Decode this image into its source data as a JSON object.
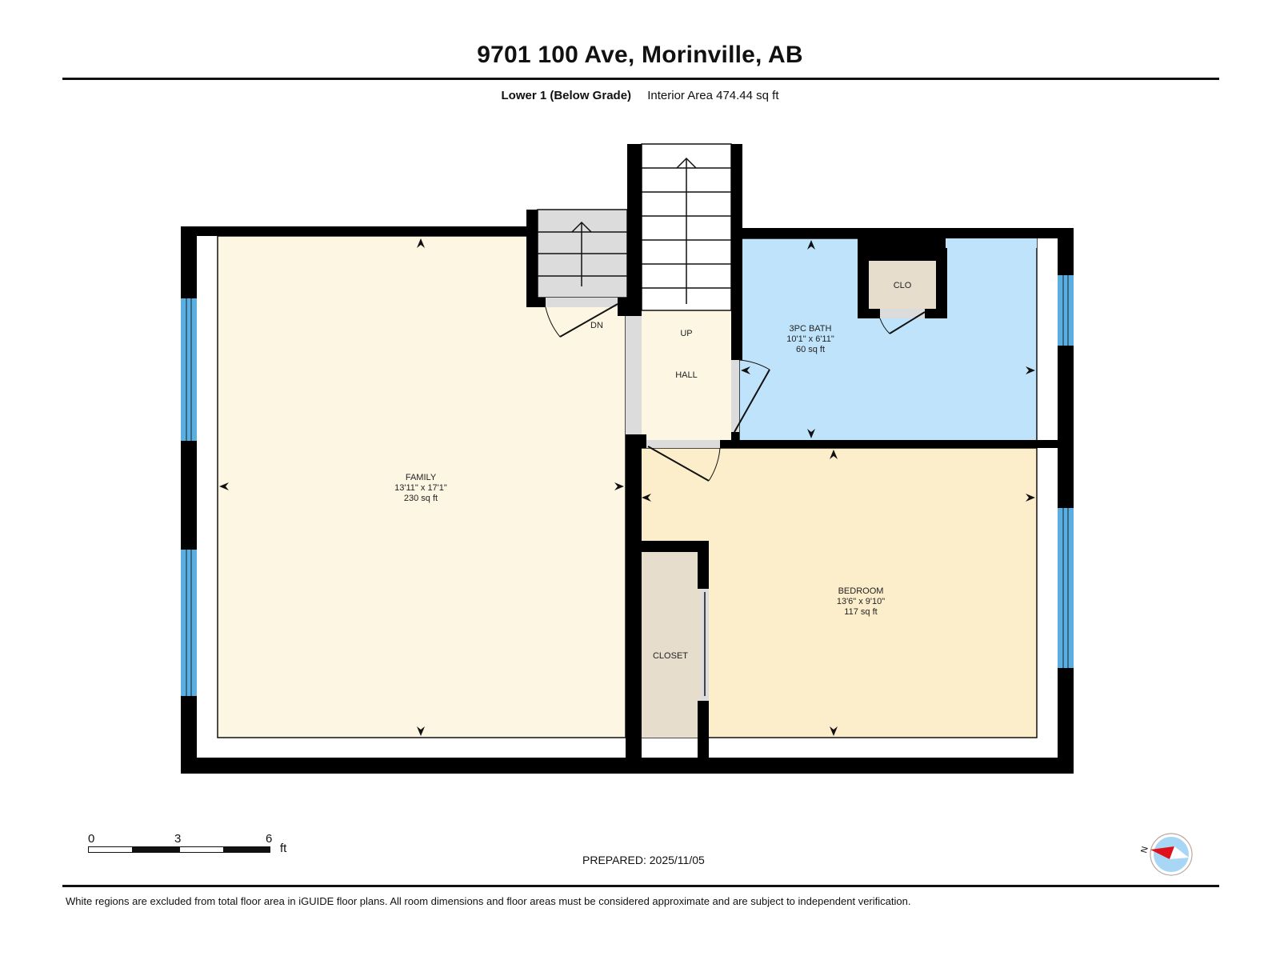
{
  "header": {
    "title": "9701 100 Ave, Morinville, AB",
    "level": "Lower 1 (Below Grade)",
    "interior_area": "Interior Area 474.44 sq ft"
  },
  "rooms": {
    "family": {
      "name": "FAMILY",
      "dims": "13'11\" x 17'1\"",
      "area": "230 sq ft",
      "color": "#fdf6e3"
    },
    "bath": {
      "name": "3PC BATH",
      "dims": "10'1\" x 6'11\"",
      "area": "60 sq ft",
      "color": "#bfe3fa"
    },
    "bedroom": {
      "name": "BEDROOM",
      "dims": "13'6\" x 9'10\"",
      "area": "117 sq ft",
      "color": "#fdeecb"
    },
    "clo": {
      "name": "CLO",
      "color": "#e6ddcd"
    },
    "closet": {
      "name": "CLOSET",
      "color": "#e6ddcd"
    },
    "hall": {
      "name": "HALL",
      "color": "#fdf6e3"
    },
    "stairs_up_label": "UP",
    "stairs_down_label": "DN"
  },
  "colors": {
    "wall": "#000000",
    "window": "#5aaee0",
    "door_opening": "#dcdcdc",
    "stair_grey": "#dcdcdc"
  },
  "scale_bar": {
    "ticks": [
      "0",
      "3",
      "6"
    ],
    "unit": "ft"
  },
  "compass": {
    "label": "N"
  },
  "footer": {
    "prepared": "PREPARED: 2025/11/05",
    "disclaimer": "White regions are excluded from total floor area in iGUIDE floor plans. All room dimensions and floor areas must be considered approximate and are subject to independent verification."
  }
}
